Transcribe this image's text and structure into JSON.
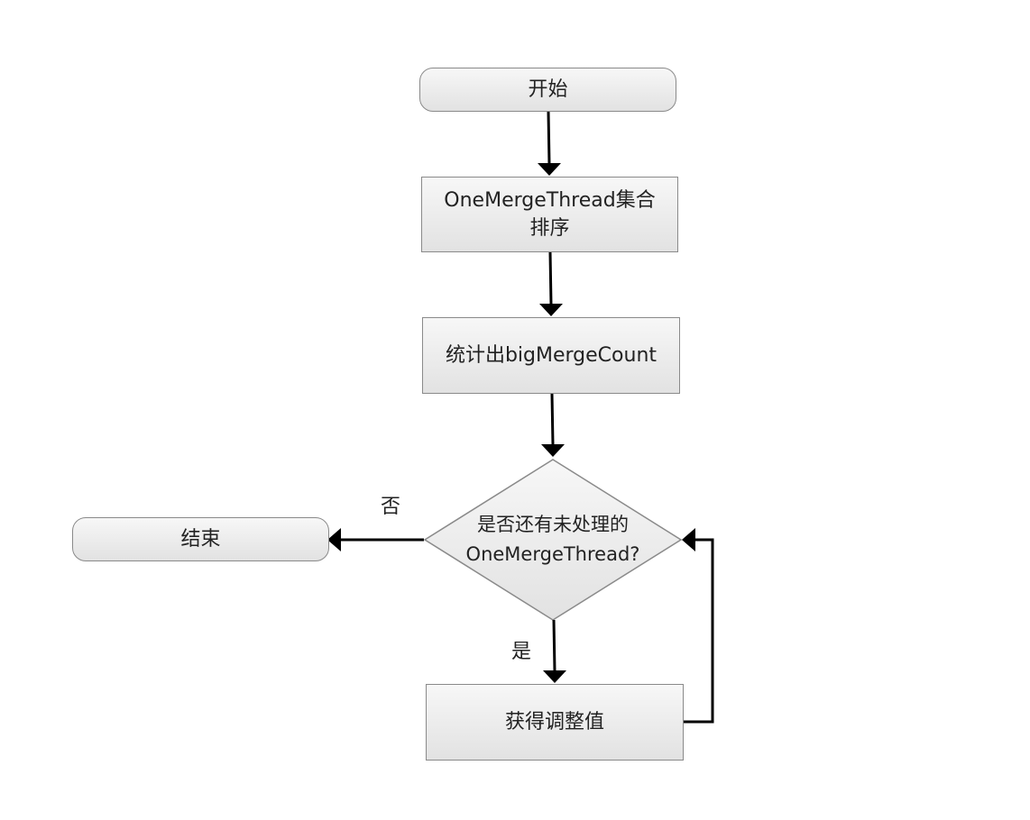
{
  "nodes": {
    "start": {
      "label": "开始"
    },
    "sort": {
      "label_line1": "OneMergeThread集合",
      "label_line2": "排序"
    },
    "count": {
      "label": "统计出bigMergeCount"
    },
    "decision": {
      "label_line1": "是否还有未处理的",
      "label_line2": "OneMergeThread?"
    },
    "end": {
      "label": "结束"
    },
    "adjust": {
      "label": "获得调整值"
    }
  },
  "edges": {
    "no_label": "否",
    "yes_label": "是"
  },
  "colors": {
    "node_fill_top": "#f7f7f7",
    "node_fill_bottom": "#e2e2e2",
    "node_border": "#8a8a8a",
    "arrow": "#000000",
    "text": "#222222"
  }
}
